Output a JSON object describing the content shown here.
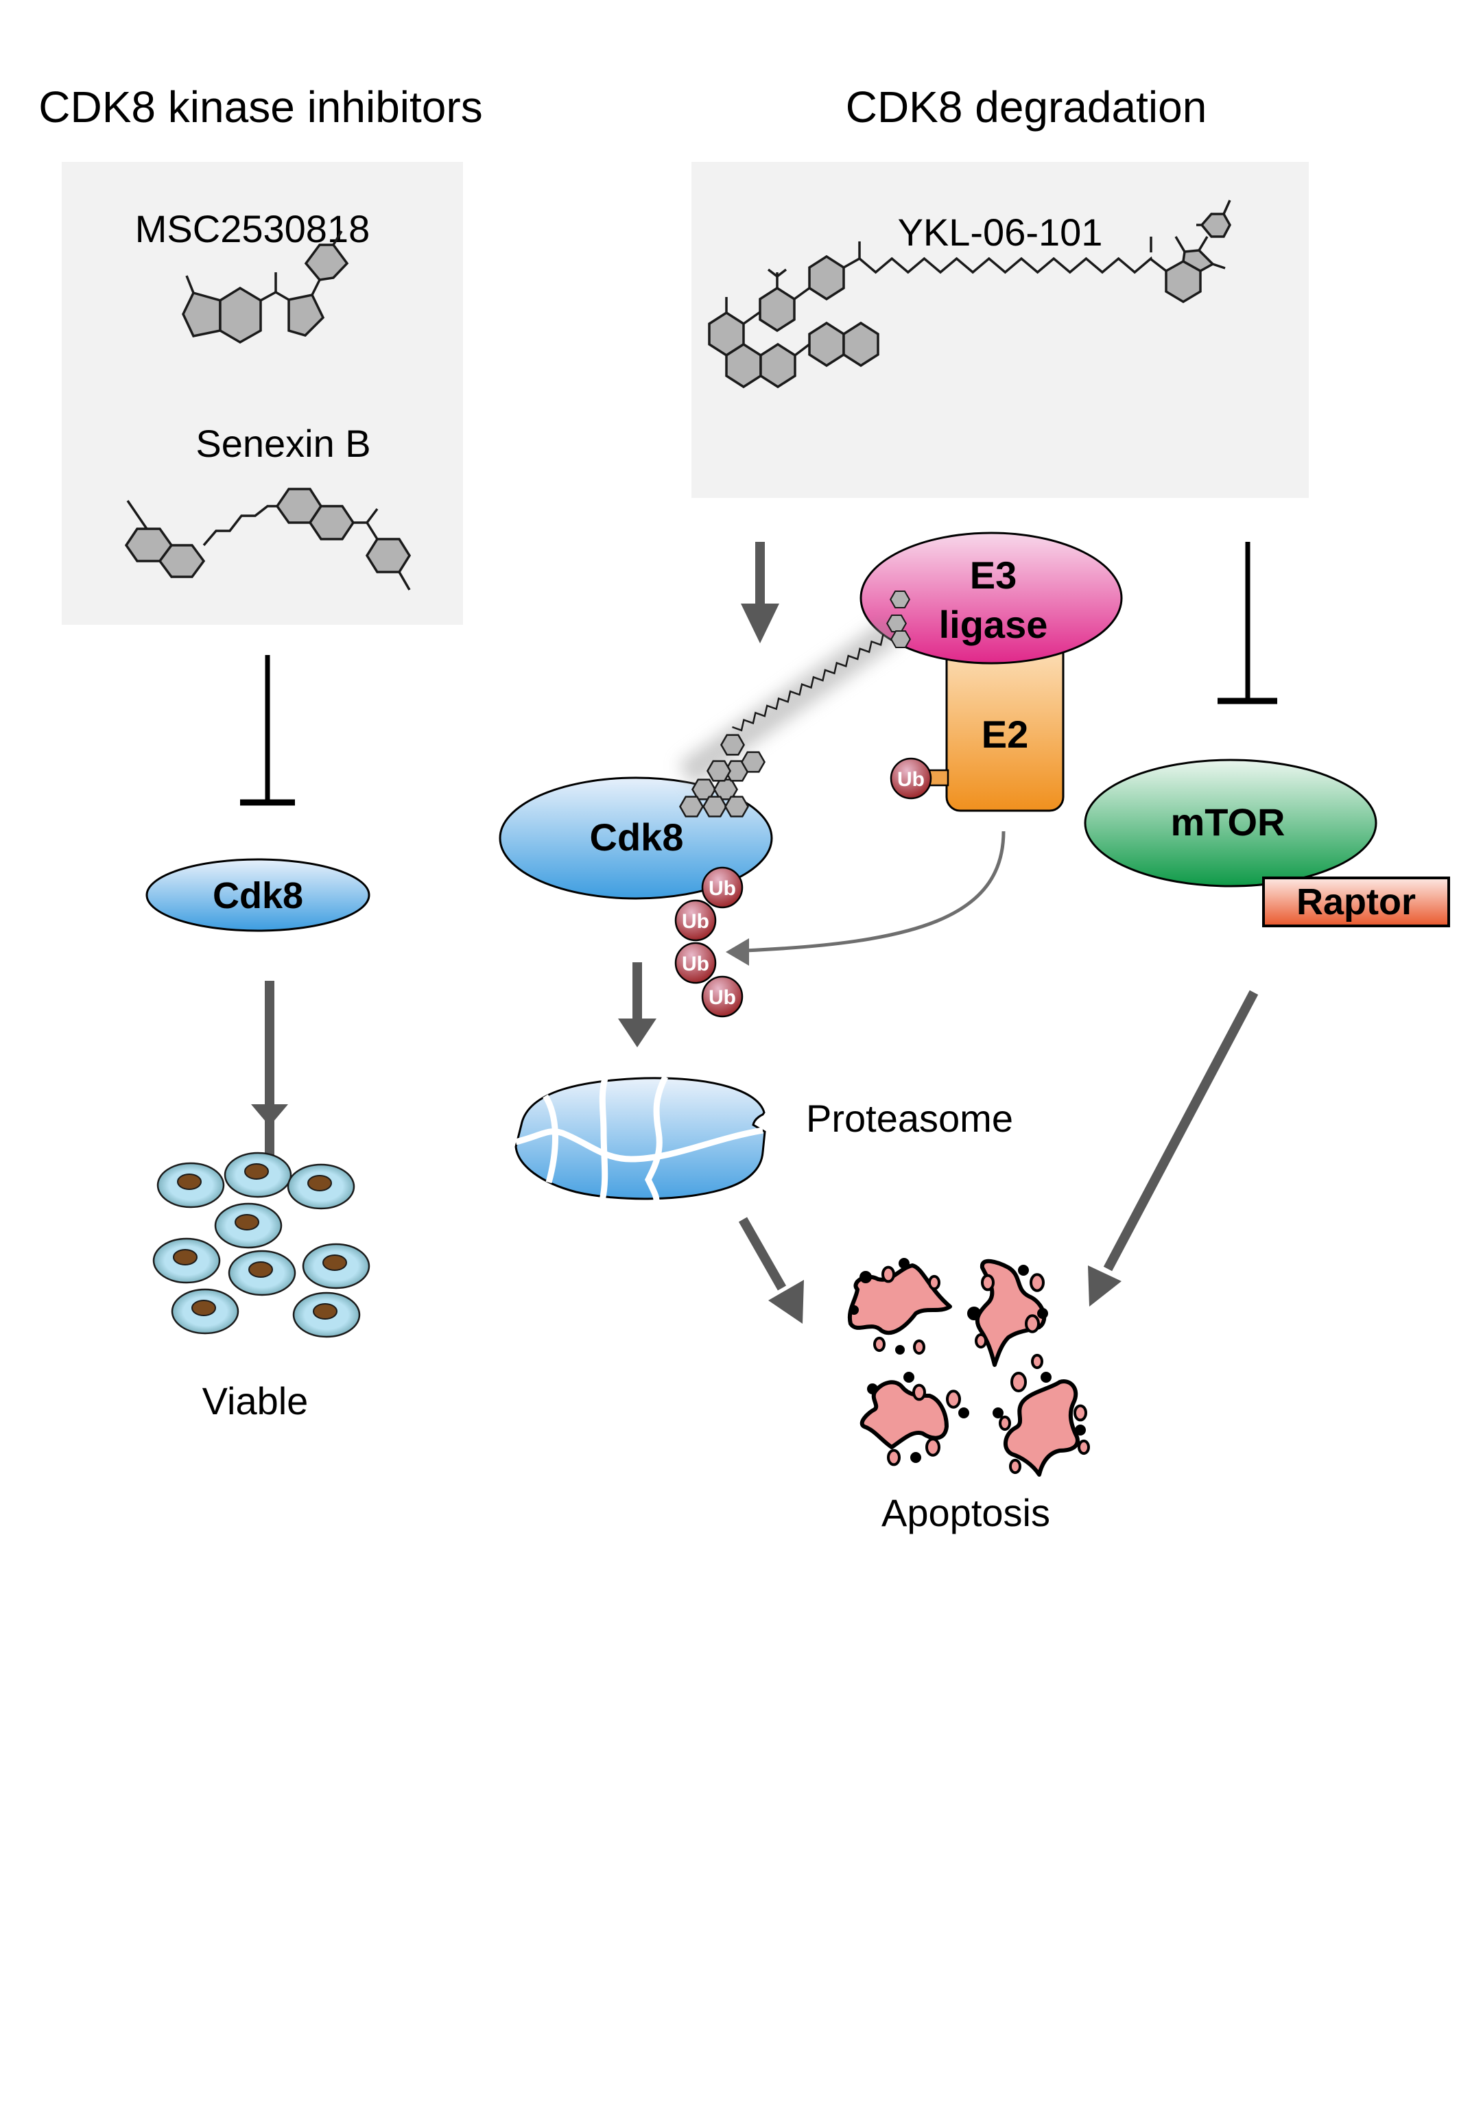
{
  "left_panel": {
    "title": "CDK8 kinase inhibitors",
    "compounds": [
      {
        "name": "MSC2530818",
        "icon": "molecule-structure-icon"
      },
      {
        "name": "Senexin B",
        "icon": "molecule-structure-icon"
      }
    ],
    "inhibition": "inhibits",
    "target": "Cdk8",
    "outcome": "Viable",
    "outcome_icon": "healthy-cells-icon"
  },
  "right_panel": {
    "title": "CDK8 degradation",
    "compound": {
      "name": "YKL-06-101",
      "icon": "molecule-structure-icon"
    },
    "e3": {
      "line1": "E3",
      "line2": "ligase"
    },
    "e2": "E2",
    "target": "Cdk8",
    "ubiquitin_label": "Ub",
    "ubiquitin_count_on_target": 4,
    "proteasome": "Proteasome",
    "mtor": "mTOR",
    "raptor": "Raptor",
    "outcome": "Apoptosis",
    "outcome_icon": "apoptotic-cells-icon"
  },
  "colors": {
    "box_bg": "#f2f2f2",
    "arrow": "#595959",
    "cdk8_top": "#e6f0fb",
    "cdk8_bottom": "#3d9de0",
    "e3_top": "#f8d7ea",
    "e3_bottom": "#e0288a",
    "e2_top": "#fde3c0",
    "e2_bottom": "#f0901e",
    "mtor_top": "#eaf6ee",
    "mtor_bottom": "#0f9a48",
    "raptor_top": "#fde8e3",
    "raptor_bottom": "#e9582c",
    "ub": "#a3323a",
    "cell_body": "#aed8ec",
    "cell_nucleus": "#7a4a1e",
    "apoptotic": "#f09a9a"
  }
}
